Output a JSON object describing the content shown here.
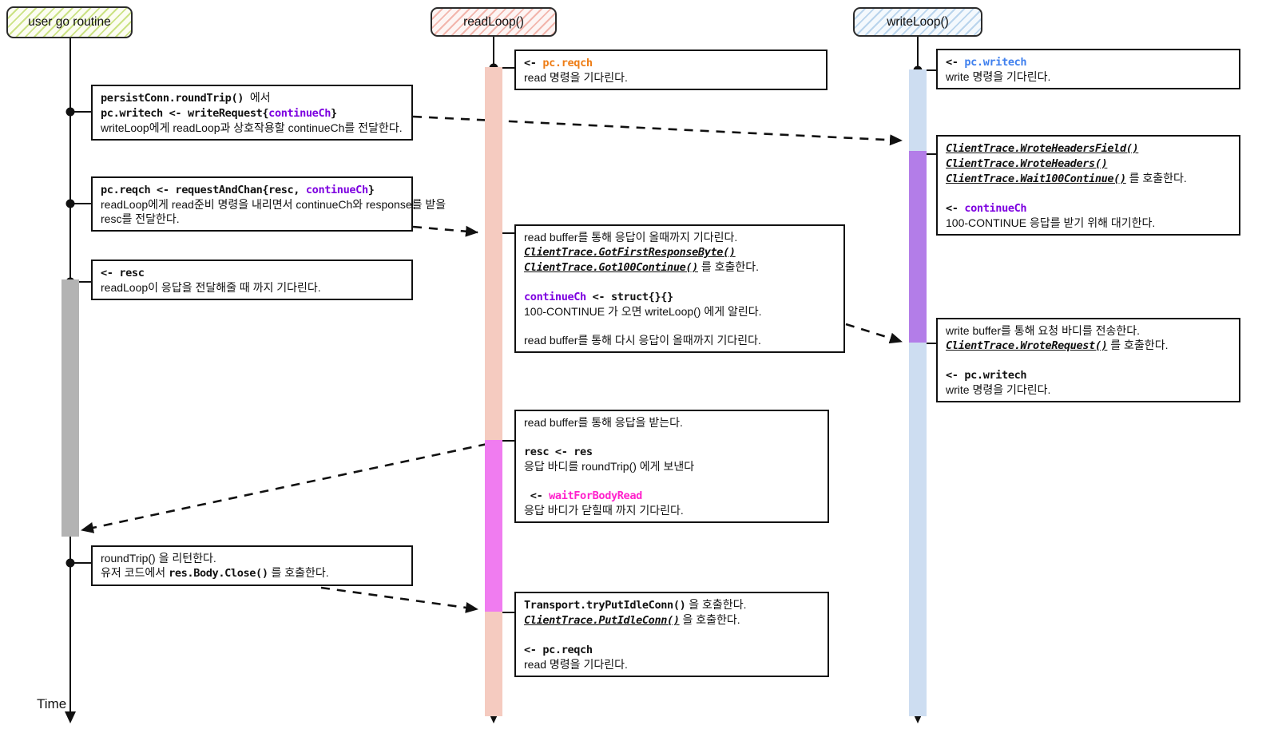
{
  "actors": {
    "user": {
      "label": "user go routine"
    },
    "read": {
      "label": "readLoop()"
    },
    "write": {
      "label": "writeLoop()"
    }
  },
  "time_label": "Time",
  "colors": {
    "code_orange": "#ee7d16",
    "code_blue": "#4080ee",
    "code_purple": "#7d00e0",
    "code_magenta": "#ff22cc",
    "bar_readloop": "#f5cbc0",
    "bar_readloop_active": "#f07cf0",
    "bar_writeloop": "#cdddf1",
    "bar_writeloop_active": "#b37de8",
    "bar_user": "#b3b3b3",
    "actor_user_stripe": "#cbe284",
    "actor_read_stripe": "#f2b5ac",
    "actor_write_stripe": "#b9d4ec"
  },
  "boxes": {
    "user_b1": {
      "lines": [
        {
          "spans": [
            {
              "t": "persistConn.roundTrip()",
              "s": "code"
            },
            {
              "t": "  에서",
              "s": "plain"
            }
          ]
        },
        {
          "spans": [
            {
              "t": "pc.writech <- writeRequest{",
              "s": "code"
            },
            {
              "t": "continueCh",
              "s": "code_purple"
            },
            {
              "t": "}",
              "s": "code"
            }
          ]
        },
        {
          "spans": [
            {
              "t": "writeLoop에게 readLoop과 상호작용할 continueCh를 전달한다.",
              "s": "plain"
            }
          ]
        }
      ]
    },
    "user_b2": {
      "lines": [
        {
          "spans": [
            {
              "t": "pc.reqch <- requestAndChan{resc, ",
              "s": "code"
            },
            {
              "t": "continueCh",
              "s": "code_purple"
            },
            {
              "t": "}",
              "s": "code"
            }
          ]
        },
        {
          "spans": [
            {
              "t": "readLoop에게 read준비 명령을 내리면서 continueCh와 response를 받을",
              "s": "plain"
            }
          ]
        },
        {
          "spans": [
            {
              "t": "resc를 전달한다.",
              "s": "plain"
            }
          ]
        }
      ]
    },
    "user_b3": {
      "lines": [
        {
          "spans": [
            {
              "t": "<- resc",
              "s": "code"
            }
          ]
        },
        {
          "spans": [
            {
              "t": "readLoop이 응답을 전달해줄 때 까지 기다린다.",
              "s": "plain"
            }
          ]
        }
      ]
    },
    "user_b4": {
      "lines": [
        {
          "spans": [
            {
              "t": "roundTrip() 을 리턴한다.",
              "s": "plain"
            }
          ]
        },
        {
          "spans": [
            {
              "t": "유저 코드에서 ",
              "s": "plain"
            },
            {
              "t": "res.Body.Close()",
              "s": "code"
            },
            {
              "t": " 를 호출한다.",
              "s": "plain"
            }
          ]
        }
      ]
    },
    "read_b1": {
      "lines": [
        {
          "spans": [
            {
              "t": "<- ",
              "s": "code"
            },
            {
              "t": "pc.reqch",
              "s": "code_orange"
            }
          ]
        },
        {
          "spans": [
            {
              "t": "read 명령을 기다린다.",
              "s": "plain"
            }
          ]
        }
      ]
    },
    "read_b2": {
      "lines": [
        {
          "spans": [
            {
              "t": "read buffer를 통해 응답이 올때까지 기다린다.",
              "s": "plain"
            }
          ]
        },
        {
          "spans": [
            {
              "t": "ClientTrace.GotFirstResponseByte()",
              "s": "trace"
            }
          ]
        },
        {
          "spans": [
            {
              "t": "ClientTrace.Got100Continue()",
              "s": "trace"
            },
            {
              "t": " 를 호출한다.",
              "s": "plain"
            }
          ]
        },
        {
          "spans": []
        },
        {
          "spans": [
            {
              "t": "continueCh",
              "s": "code_purple"
            },
            {
              "t": " <- struct{}{}",
              "s": "code"
            }
          ]
        },
        {
          "spans": [
            {
              "t": "100-CONTINUE 가 오면 writeLoop() 에게 알린다.",
              "s": "plain"
            }
          ]
        },
        {
          "spans": []
        },
        {
          "spans": [
            {
              "t": "read buffer를 통해 다시 응답이 올때까지 기다린다.",
              "s": "plain"
            }
          ]
        }
      ]
    },
    "read_b3": {
      "lines": [
        {
          "spans": [
            {
              "t": "read buffer를 통해 응답을 받는다.",
              "s": "plain"
            }
          ]
        },
        {
          "spans": []
        },
        {
          "spans": [
            {
              "t": "resc <- res",
              "s": "code"
            }
          ]
        },
        {
          "spans": [
            {
              "t": "응답 바디를 roundTrip() 에게 보낸다",
              "s": "plain"
            }
          ]
        },
        {
          "spans": []
        },
        {
          "spans": [
            {
              "t": " <- ",
              "s": "code"
            },
            {
              "t": "waitForBodyRead",
              "s": "code_magenta"
            }
          ]
        },
        {
          "spans": [
            {
              "t": "응답 바디가 닫힐때 까지 기다린다.",
              "s": "plain"
            }
          ]
        }
      ]
    },
    "read_b4": {
      "lines": [
        {
          "spans": [
            {
              "t": "Transport.tryPutIdleConn()",
              "s": "code"
            },
            {
              "t": " 을 호출한다.",
              "s": "plain"
            }
          ]
        },
        {
          "spans": [
            {
              "t": "ClientTrace.PutIdleConn()",
              "s": "trace"
            },
            {
              "t": " 을 호출한다.",
              "s": "plain"
            }
          ]
        },
        {
          "spans": []
        },
        {
          "spans": [
            {
              "t": "<- pc.reqch",
              "s": "code"
            }
          ]
        },
        {
          "spans": [
            {
              "t": "read 명령을 기다린다.",
              "s": "plain"
            }
          ]
        }
      ]
    },
    "write_b1": {
      "lines": [
        {
          "spans": [
            {
              "t": "<- ",
              "s": "code"
            },
            {
              "t": "pc.writech",
              "s": "code_blue"
            }
          ]
        },
        {
          "spans": [
            {
              "t": "write 명령을 기다린다.",
              "s": "plain"
            }
          ]
        }
      ]
    },
    "write_b2": {
      "lines": [
        {
          "spans": [
            {
              "t": "ClientTrace.WroteHeadersField()",
              "s": "trace"
            }
          ]
        },
        {
          "spans": [
            {
              "t": "ClientTrace.WroteHeaders()",
              "s": "trace"
            }
          ]
        },
        {
          "spans": [
            {
              "t": "ClientTrace.Wait100Continue()",
              "s": "trace"
            },
            {
              "t": " 를 호출한다.",
              "s": "plain"
            }
          ]
        },
        {
          "spans": []
        },
        {
          "spans": [
            {
              "t": "<- ",
              "s": "code"
            },
            {
              "t": "continueCh",
              "s": "code_purple"
            }
          ]
        },
        {
          "spans": [
            {
              "t": "100-CONTINUE 응답를 받기 위해 대기한다.",
              "s": "plain"
            }
          ]
        }
      ]
    },
    "write_b3": {
      "lines": [
        {
          "spans": [
            {
              "t": "write buffer를 통해 요청 바디를 전송한다.",
              "s": "plain"
            }
          ]
        },
        {
          "spans": [
            {
              "t": "ClientTrace.WroteRequest()",
              "s": "trace"
            },
            {
              "t": " 를 호출한다.",
              "s": "plain"
            }
          ]
        },
        {
          "spans": []
        },
        {
          "spans": [
            {
              "t": "<- pc.writech",
              "s": "code"
            }
          ]
        },
        {
          "spans": [
            {
              "t": "write 명령을 기다린다.",
              "s": "plain"
            }
          ]
        }
      ]
    }
  }
}
